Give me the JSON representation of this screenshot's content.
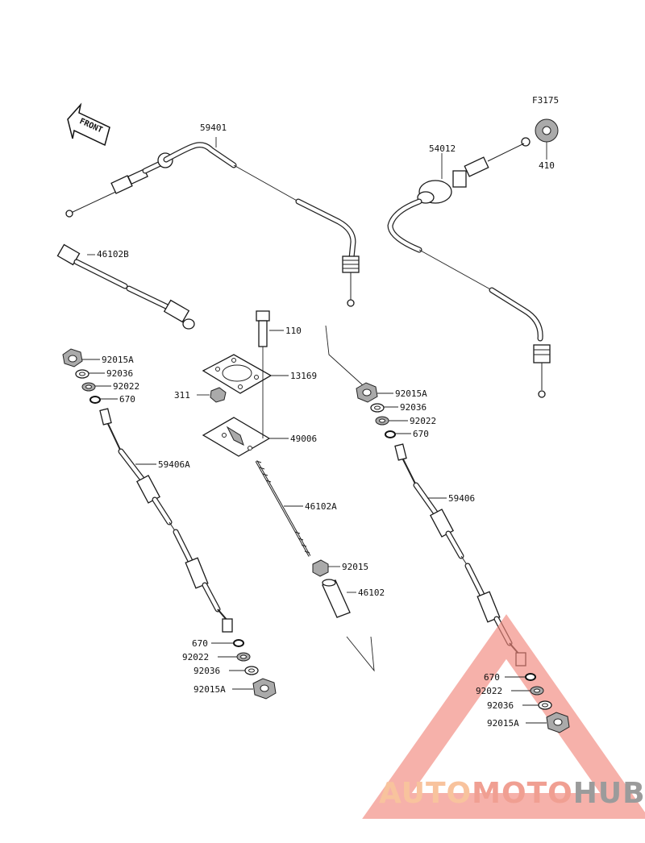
{
  "figure_code": "F3175",
  "front_label": "FRONT",
  "watermark": {
    "part1": "AUTO",
    "part2": "MOTO",
    "part3": "HUB",
    "color1": "#f7b98d",
    "color2": "#ee8f80",
    "color3": "#8a8a8a",
    "triangle_color": "#f2857a"
  },
  "labels": {
    "p59401": "59401",
    "p54012": "54012",
    "p410": "410",
    "p46102B": "46102B",
    "p110": "110",
    "p13169": "13169",
    "p311": "311",
    "p49006": "49006",
    "p46102A": "46102A",
    "p92015": "92015",
    "p46102": "46102",
    "l_92015A": "92015A",
    "l_92036": "92036",
    "l_92022": "92022",
    "l_670": "670",
    "l_59406A": "59406A",
    "lb_670": "670",
    "lb_92022": "92022",
    "lb_92036": "92036",
    "lb_92015A": "92015A",
    "r_92015A": "92015A",
    "r_92036": "92036",
    "r_92022": "92022",
    "r_670": "670",
    "r_59406": "59406",
    "rb_670": "670",
    "rb_92022": "92022",
    "rb_92036": "92036",
    "rb_92015A": "92015A"
  }
}
